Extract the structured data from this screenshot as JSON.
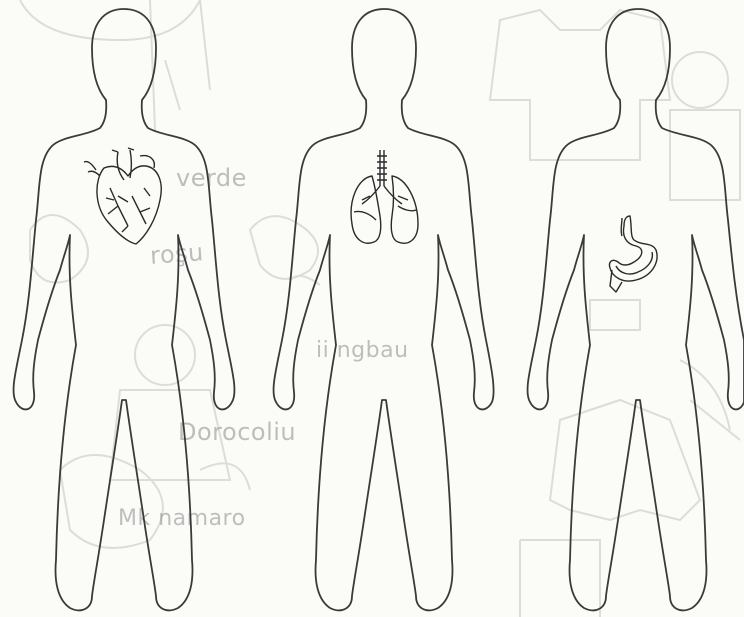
{
  "background_text": {
    "word_1": "verde",
    "word_2": "roşu",
    "word_3": "ii ngbau",
    "word_4": "Dorocoliu",
    "word_5": "Mk namaro"
  },
  "figures": [
    {
      "organ": "heart-icon"
    },
    {
      "organ": "lungs-icon"
    },
    {
      "organ": "stomach-icon"
    }
  ],
  "colors": {
    "outline": "#3a3a3a",
    "background": "#fbfbf8",
    "bleed_through": "#8c8c8c"
  }
}
